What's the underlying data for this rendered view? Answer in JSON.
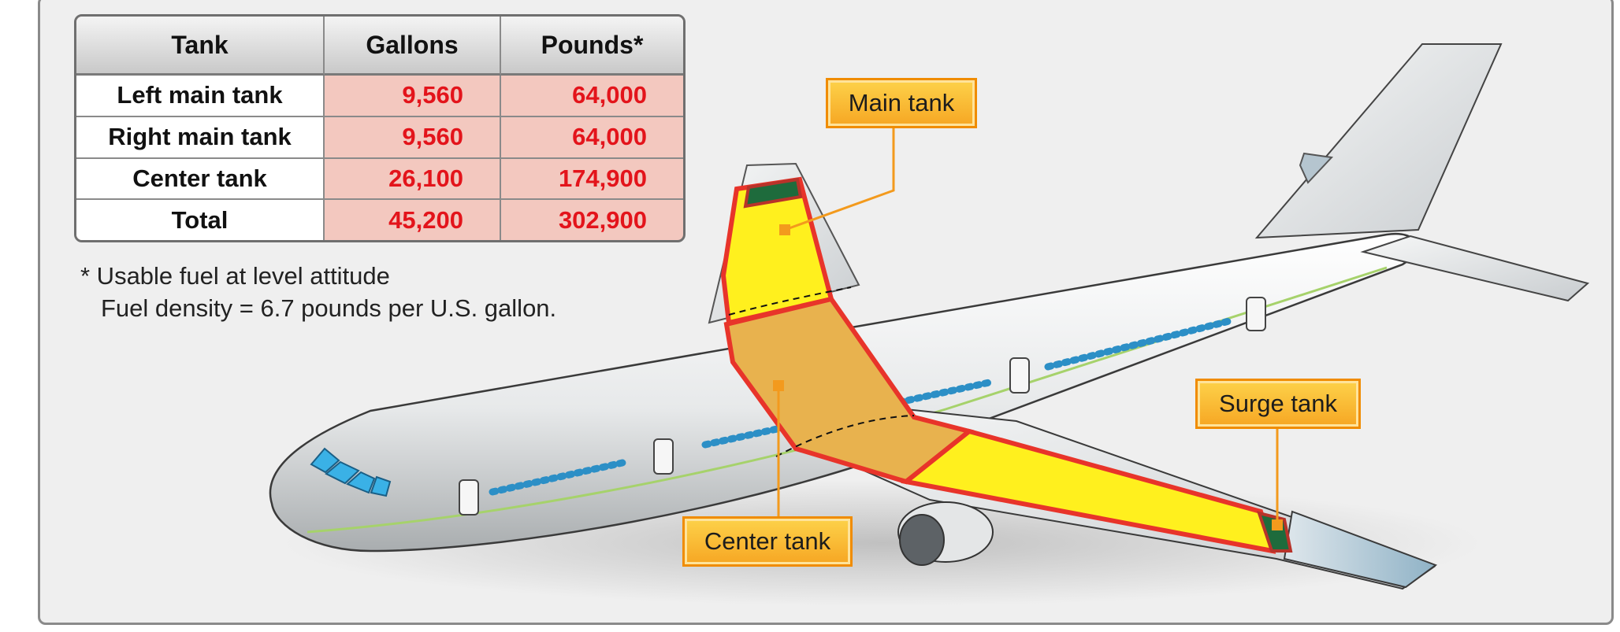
{
  "table": {
    "headers": [
      "Tank",
      "Gallons",
      "Pounds*"
    ],
    "rows": [
      {
        "tank": "Left main tank",
        "gallons": "9,560",
        "pounds": "64,000"
      },
      {
        "tank": "Right main tank",
        "gallons": "9,560",
        "pounds": "64,000"
      },
      {
        "tank": "Center tank",
        "gallons": "26,100",
        "pounds": "174,900"
      },
      {
        "tank": "Total",
        "gallons": "45,200",
        "pounds": "302,900"
      }
    ]
  },
  "footnote": {
    "line1": "* Usable fuel at level attitude",
    "line2": "Fuel density = 6.7 pounds per U.S. gallon."
  },
  "callouts": {
    "main_tank": "Main tank",
    "surge_tank": "Surge tank",
    "center_tank": "Center tank"
  },
  "colors": {
    "main_tank_fill": "#fff01e",
    "center_tank_fill": "#e8b24e",
    "surge_tank_fill": "#1e6b3c",
    "tank_outline": "#e8342a",
    "value_text": "#e3141b",
    "callout_fill": "#f8b52a"
  }
}
